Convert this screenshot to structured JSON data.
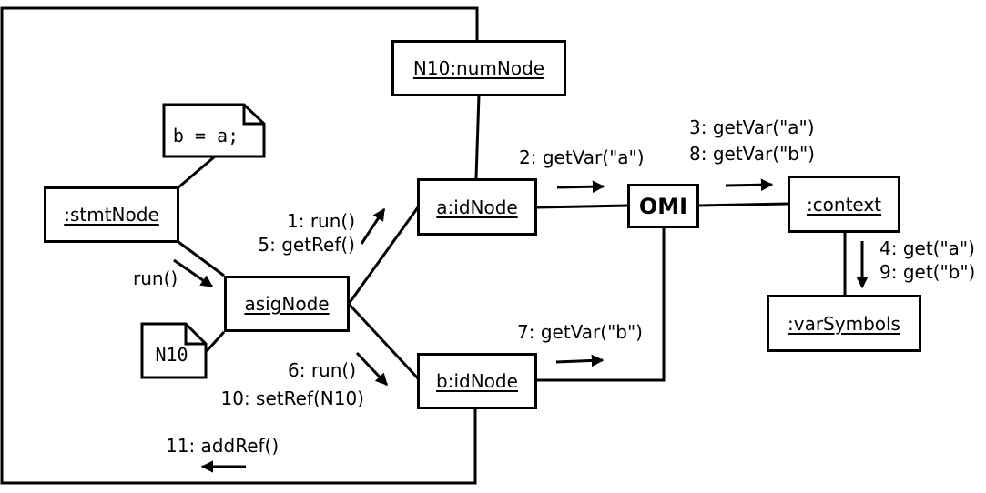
{
  "objects": {
    "numnode": "N10:numNode",
    "stmtnode": ":stmtNode",
    "asignode": "asigNode",
    "aidnode": "a:idNode",
    "bidnode": "b:idNode",
    "omi": "OMI",
    "context": ":context",
    "varsymbols": ":varSymbols"
  },
  "notes": {
    "stmt": "b = a;",
    "n10": "N10"
  },
  "messages": {
    "run_entry": "run()",
    "m1": "1: run()",
    "m5": "5: getRef()",
    "m2": "2: getVar(\"a\")",
    "m3": "3: getVar(\"a\")",
    "m8": "8: getVar(\"b\")",
    "m4": "4: get(\"a\")",
    "m9": "9: get(\"b\")",
    "m7": "7: getVar(\"b\")",
    "m6": "6: run()",
    "m10": "10: setRef(N10)",
    "m11": "11: addRef()"
  }
}
